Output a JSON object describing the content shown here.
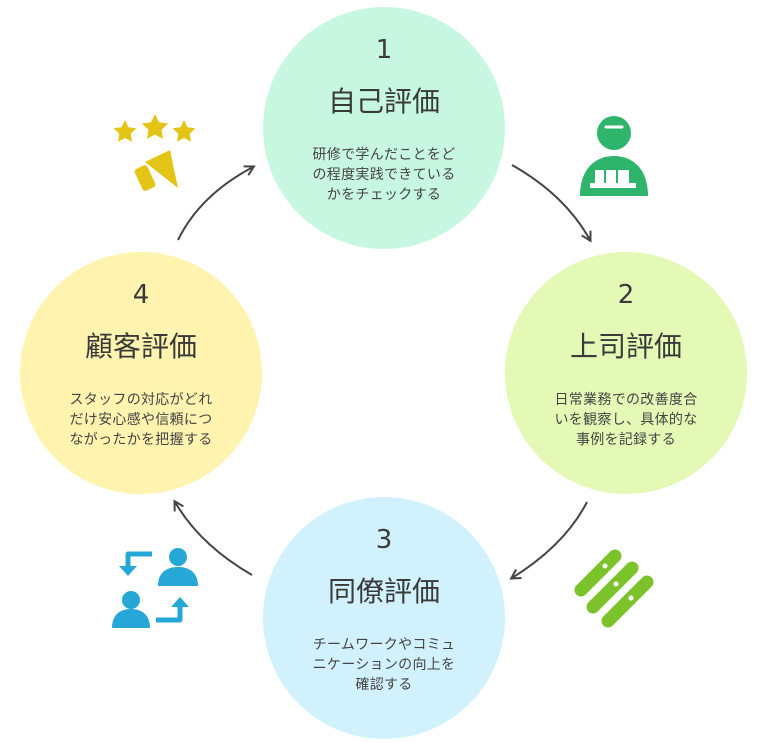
{
  "steps": [
    {
      "number": "1",
      "title": "自己評価",
      "lines": [
        "研修で学んだことをど",
        "の程度実践できている",
        "かをチェックする"
      ]
    },
    {
      "number": "2",
      "title": "上司評価",
      "lines": [
        "日常業務での改善度合",
        "いを観察し、具体的な",
        "事例を記録する"
      ]
    },
    {
      "number": "3",
      "title": "同僚評価",
      "lines": [
        "チームワークやコミュ",
        "ニケーションの向上を",
        "確認する"
      ]
    },
    {
      "number": "4",
      "title": "顧客評価",
      "lines": [
        "スタッフの対応がどれ",
        "だけ安心感や信頼につ",
        "ながったかを把握する"
      ]
    }
  ],
  "icons": [
    {
      "name": "manager-icon",
      "color": "#2fb56b"
    },
    {
      "name": "striped-lines-icon",
      "color": "#7cc22b"
    },
    {
      "name": "user-exchange-icon",
      "color": "#27a7d8"
    },
    {
      "name": "rating-stars-icon",
      "color": "#e4c416"
    }
  ],
  "colors": {
    "step1": "#c7f7e0",
    "step2": "#e3f9b5",
    "step3": "#d1f2fd",
    "step4": "#fff3b0",
    "arrow": "#444444"
  }
}
